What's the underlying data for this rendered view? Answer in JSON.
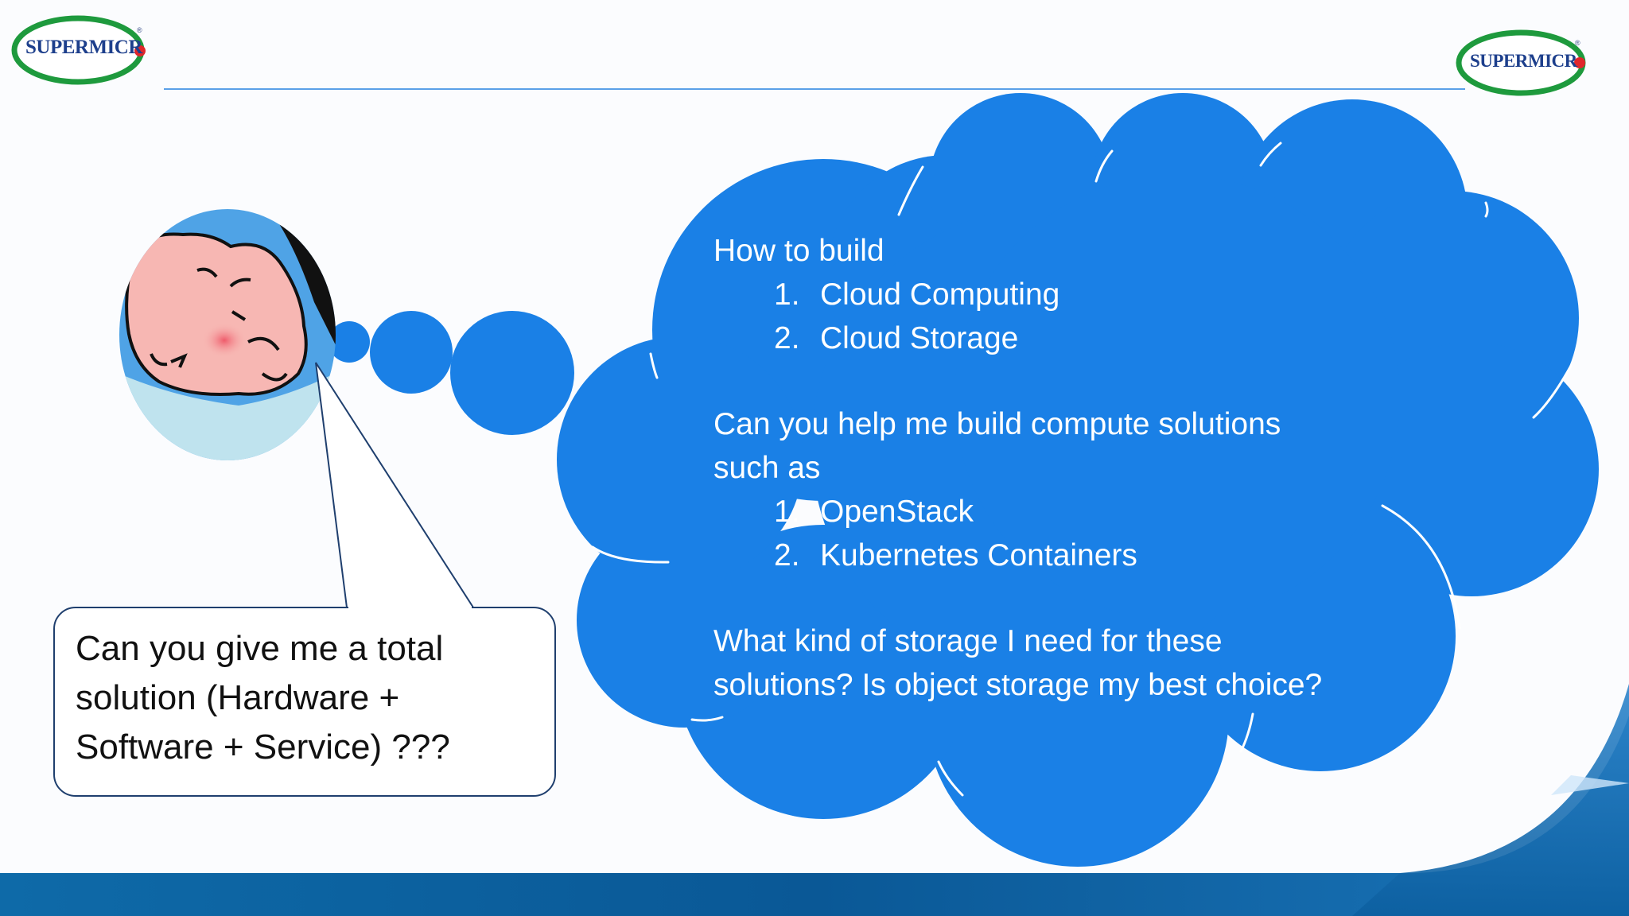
{
  "logos": {
    "left_text": "SUPERMICR",
    "right_text": "SUPERMICR",
    "registered_mark": "®",
    "icon": "supermicro-logo"
  },
  "colors": {
    "cloud_fill": "#1a80e6",
    "cloud_text": "#ffffff",
    "logo_green": "#1e9a3d",
    "logo_red": "#e0262b",
    "logo_navy": "#1d3f8c",
    "divider": "#5aa0e8",
    "footer_blue": "#0d5a9e"
  },
  "cloud": {
    "heading_1": "How to build",
    "list_1": [
      {
        "num": "1.",
        "text": "Cloud Computing"
      },
      {
        "num": "2.",
        "text": "Cloud Storage"
      }
    ],
    "heading_2_line1": "Can you help me build compute solutions",
    "heading_2_line2": "such as",
    "list_2": [
      {
        "num": "1.",
        "text": "OpenStack"
      },
      {
        "num": "2.",
        "text": "Kubernetes Containers"
      }
    ],
    "question_line1": "What kind of storage I need for these",
    "question_line2": "solutions? Is object storage my best choice?"
  },
  "speech_bubble": {
    "line1": "Can you give me a total",
    "line2": "solution (Hardware +",
    "line3": "Software + Service) ???"
  },
  "avatar": {
    "icon": "thinking-man-cartoon"
  }
}
